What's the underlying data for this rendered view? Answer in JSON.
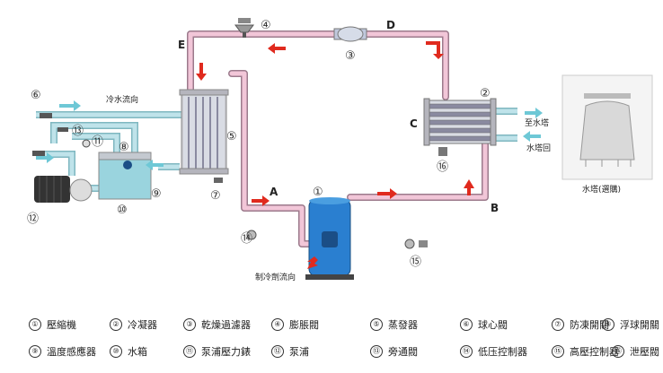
{
  "points": {
    "A": "A",
    "B": "B",
    "C": "C",
    "D": "D",
    "E": "E"
  },
  "flow_labels": {
    "chilled_water_flow": "冷水流向",
    "refrigerant_flow": "制冷劑流向",
    "to_tower": "至水塔",
    "tower_return": "水塔回",
    "tower_caption": "水塔(選購)"
  },
  "numbers": [
    "①",
    "②",
    "③",
    "④",
    "⑤",
    "⑥",
    "⑦",
    "⑧",
    "⑨",
    "⑩",
    "⑪",
    "⑫",
    "⑬",
    "⑭",
    "⑮",
    "⑯"
  ],
  "legend": [
    {
      "num": "①",
      "label": "壓縮機"
    },
    {
      "num": "②",
      "label": "冷凝器"
    },
    {
      "num": "③",
      "label": "乾燥過濾器"
    },
    {
      "num": "④",
      "label": "膨脹閥"
    },
    {
      "num": "⑤",
      "label": "蒸發器"
    },
    {
      "num": "⑥",
      "label": "球心閥"
    },
    {
      "num": "⑦",
      "label": "防凍開關"
    },
    {
      "num": "⑧",
      "label": "浮球開關"
    },
    {
      "num": "⑨",
      "label": "溫度感應器"
    },
    {
      "num": "⑩",
      "label": "水箱"
    },
    {
      "num": "⑪",
      "label": "泵浦壓力錶"
    },
    {
      "num": "⑫",
      "label": "泵浦"
    },
    {
      "num": "⑬",
      "label": "旁通閥"
    },
    {
      "num": "⑭",
      "label": "低压控制器"
    },
    {
      "num": "⑮",
      "label": "高壓控制器"
    },
    {
      "num": "⑯",
      "label": "泄壓閥"
    }
  ],
  "colors": {
    "refrigerant_pipe": "#f2c6d8",
    "pipe_outline": "#b0849a",
    "water_pipe": "#a6d4dc",
    "arrow_red": "#e02a1e",
    "arrow_cyan": "#6ec8d6",
    "compressor_blue": "#2a7fd0"
  }
}
